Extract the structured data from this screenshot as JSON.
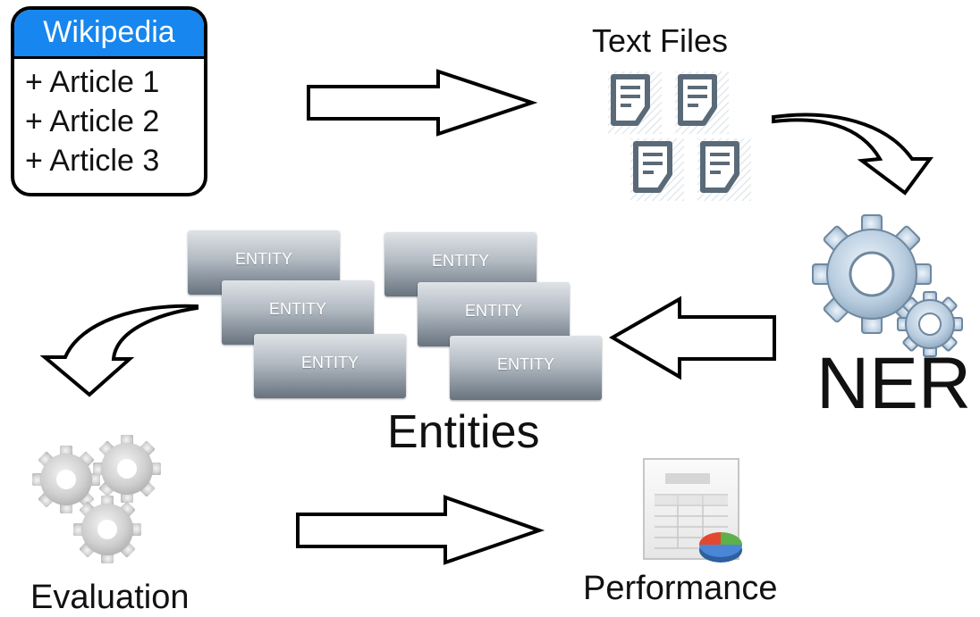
{
  "wikipedia": {
    "title": "Wikipedia",
    "items": [
      "+ Article 1",
      "+ Article 2",
      "+ Article 3"
    ]
  },
  "text_files": {
    "label": "Text Files"
  },
  "ner": {
    "label": "NER"
  },
  "entities": {
    "label": "Entities",
    "cards": [
      "ENTITY",
      "ENTITY",
      "ENTITY",
      "ENTITY",
      "ENTITY",
      "ENTITY"
    ]
  },
  "evaluation": {
    "label": "Evaluation"
  },
  "performance": {
    "label": "Performance"
  },
  "colors": {
    "wiki_header": "#1786ee",
    "doc_icon": "#5a6a78",
    "entity_dark": "#67737f",
    "gear_blue": "#9cb6cc",
    "gear_gray": "#c8c8c8"
  },
  "icons": [
    "document-icon",
    "gear-icon",
    "spreadsheet-chart-icon",
    "arrow-right-icon",
    "arrow-left-icon",
    "curved-arrow-icon"
  ]
}
